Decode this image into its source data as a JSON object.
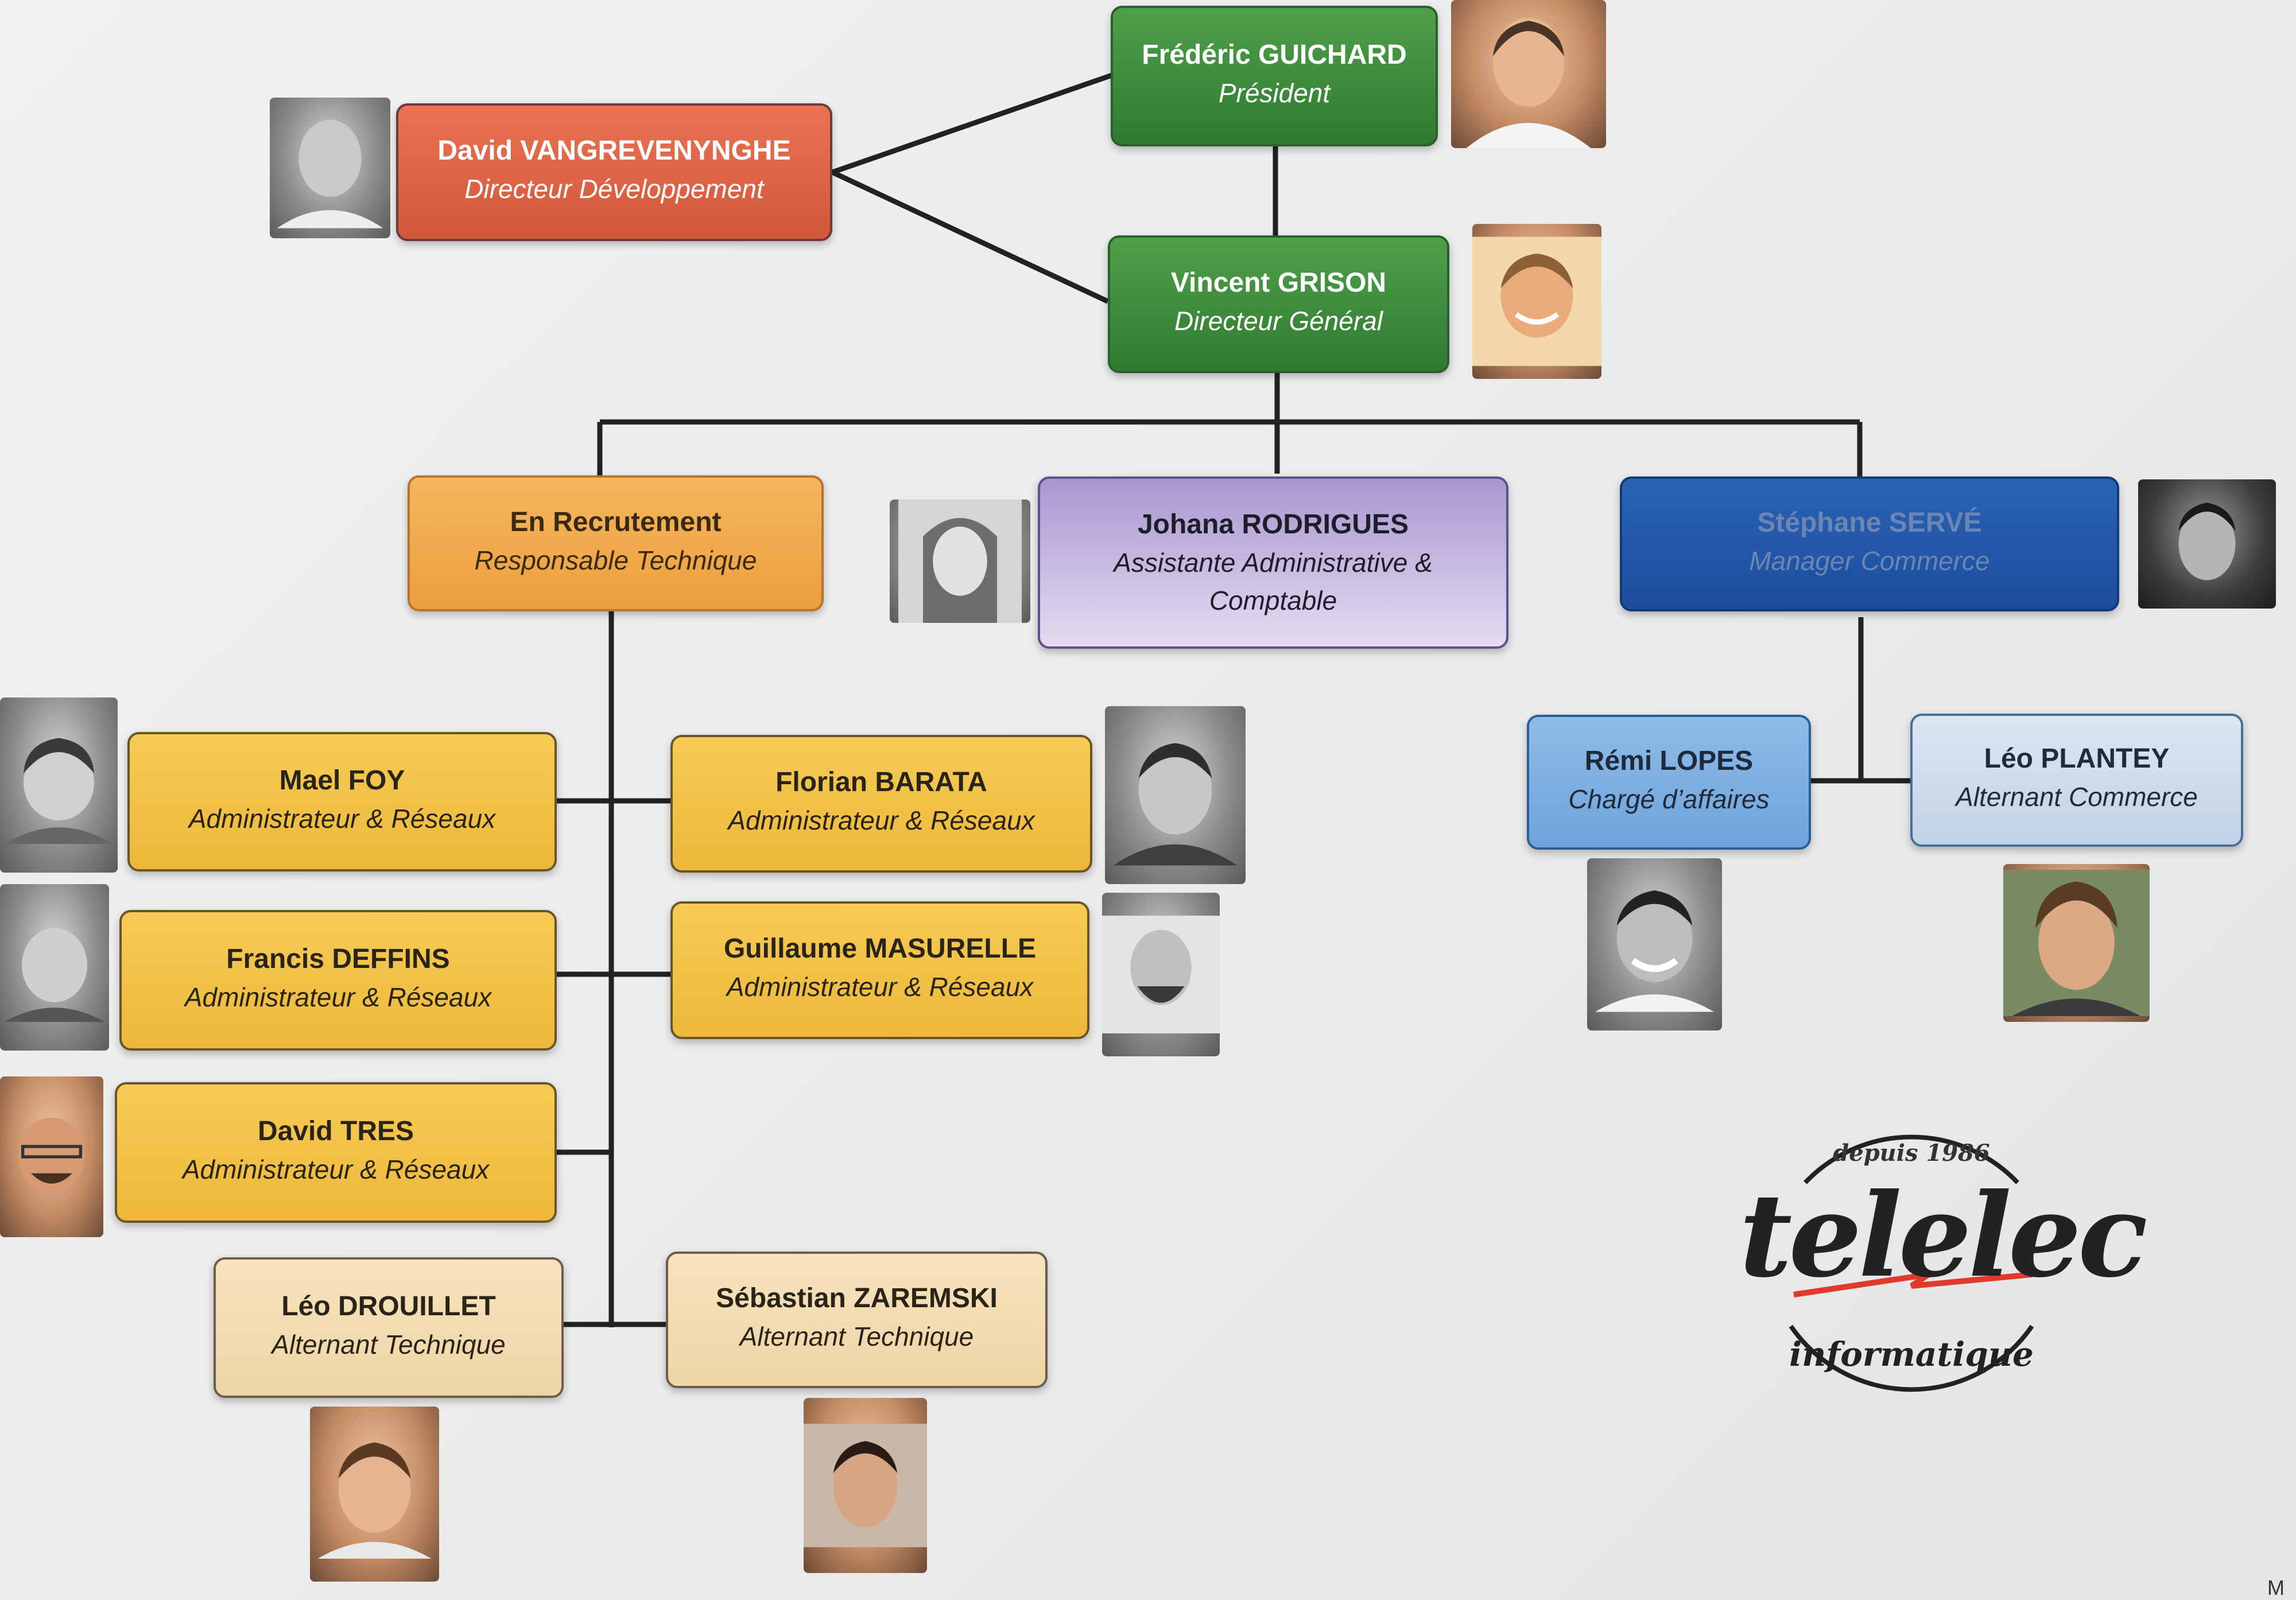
{
  "president": {
    "name": "Frédéric GUICHARD",
    "role": "Président"
  },
  "directeur_developpement": {
    "name": "David VANGREVENYNGHE",
    "role": "Directeur Développement"
  },
  "directeur_general": {
    "name": "Vincent GRISON",
    "role": "Directeur Général"
  },
  "responsable_technique": {
    "name": "En Recrutement",
    "role": "Responsable Technique"
  },
  "assistante": {
    "name": "Johana RODRIGUES",
    "role_line1": "Assistante Administrative &",
    "role_line2": "Comptable"
  },
  "manager_commerce": {
    "name": "Stéphane SERVÉ",
    "role": "Manager Commerce"
  },
  "technique_left": [
    {
      "name": "Mael FOY",
      "role": "Administrateur & Réseaux"
    },
    {
      "name": "Francis DEFFINS",
      "role": "Administrateur & Réseaux"
    },
    {
      "name": "David TRES",
      "role": "Administrateur & Réseaux"
    }
  ],
  "technique_right": [
    {
      "name": "Florian BARATA",
      "role": "Administrateur & Réseaux"
    },
    {
      "name": "Guillaume MASURELLE",
      "role": "Administrateur & Réseaux"
    }
  ],
  "alternants_technique": [
    {
      "name": "Léo DROUILLET",
      "role": "Alternant Technique"
    },
    {
      "name": "Sébastian ZAREMSKI",
      "role": "Alternant Technique"
    }
  ],
  "commerce": [
    {
      "name": "Rémi LOPES",
      "role": "Chargé d’affaires"
    },
    {
      "name": "Léo PLANTEY",
      "role": "Alternant Commerce"
    }
  ],
  "logo": {
    "top": "depuis 1986",
    "word": "telelec",
    "bottom": "informatique"
  },
  "corner_mark": "M",
  "colors": {
    "direction_green": "#3a8a3a",
    "development_red": "#dc6244",
    "technique_orange": "#f0a84b",
    "admin_purple": "#b8a6da",
    "commerce_blue": "#215aa9",
    "network_yellow": "#f2c14a",
    "alternant_beige": "#f4dcb1",
    "commerce_light_blue": "#7fb0e2",
    "commerce_pale_blue": "#cfdcec"
  }
}
